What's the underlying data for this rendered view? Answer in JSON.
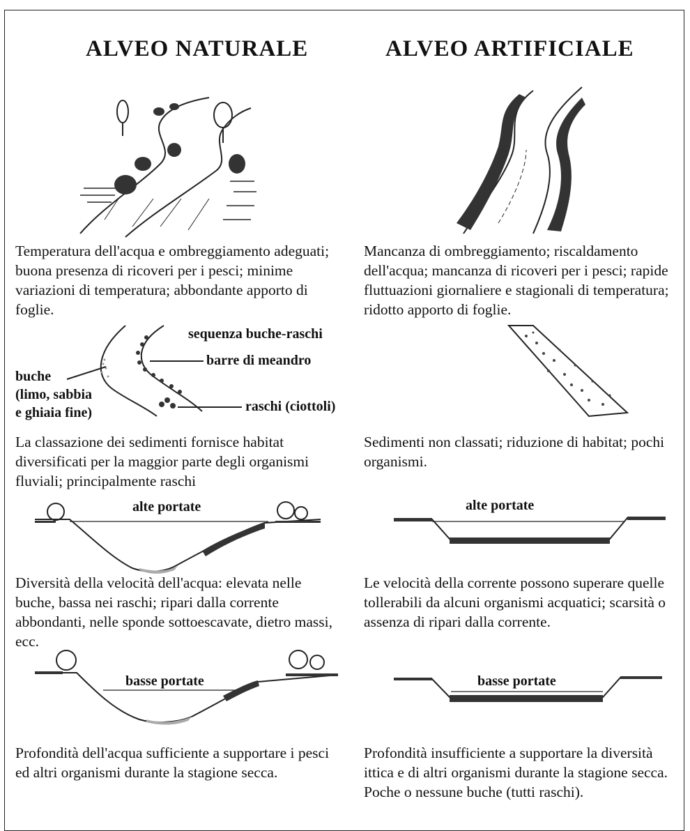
{
  "headings": {
    "natural": "ALVEO NATURALE",
    "artificial": "ALVEO ARTIFICIALE"
  },
  "natural": {
    "para1": "Temperatura dell'acqua e ombreggiamento adeguati; buona presenza di ricoveri per i pesci; minime variazioni di temperatura; abbondante apporto di foglie.",
    "para2": "La classazione dei sedimenti fornisce habitat diversificati per la maggior parte degli organismi fluviali; principalmente raschi",
    "para3": "Diversità della velocità dell'acqua: elevata nelle buche, bassa nei raschi; ripari dalla corrente abbondanti, nelle sponde sottoescavate, dietro massi, ecc.",
    "para4": "Profondità dell'acqua sufficiente a supportare i pesci ed altri organismi durante la stagione secca."
  },
  "artificial": {
    "para1": "Mancanza di ombreggiamento; riscaldamento dell'acqua; mancanza di ricoveri per i pesci; rapide fluttuazioni giornaliere e stagionali di temperatura; ridotto apporto di foglie.",
    "para2": "Sedimenti non classati; riduzione di habitat; pochi organismi.",
    "para3": "Le velocità della corrente possono superare quelle tollerabili da alcuni organismi acquatici; scarsità o assenza di ripari dalla corrente.",
    "para4": "Profondità insufficiente a supportare la diversità ittica e di altri organismi durante la stagione secca. Poche o nessune buche (tutti raschi)."
  },
  "labels": {
    "sequence": "sequenza buche-raschi",
    "meander_bars": "barre di meandro",
    "pools_line1": "buche",
    "pools_line2": "(limo, sabbia",
    "pools_line3": "e ghiaia fine)",
    "riffles": "raschi (ciottoli)",
    "high_flow_natural": "alte portate",
    "high_flow_artificial": "alte portate",
    "low_flow_natural": "basse portate",
    "low_flow_artificial": "basse portate"
  }
}
